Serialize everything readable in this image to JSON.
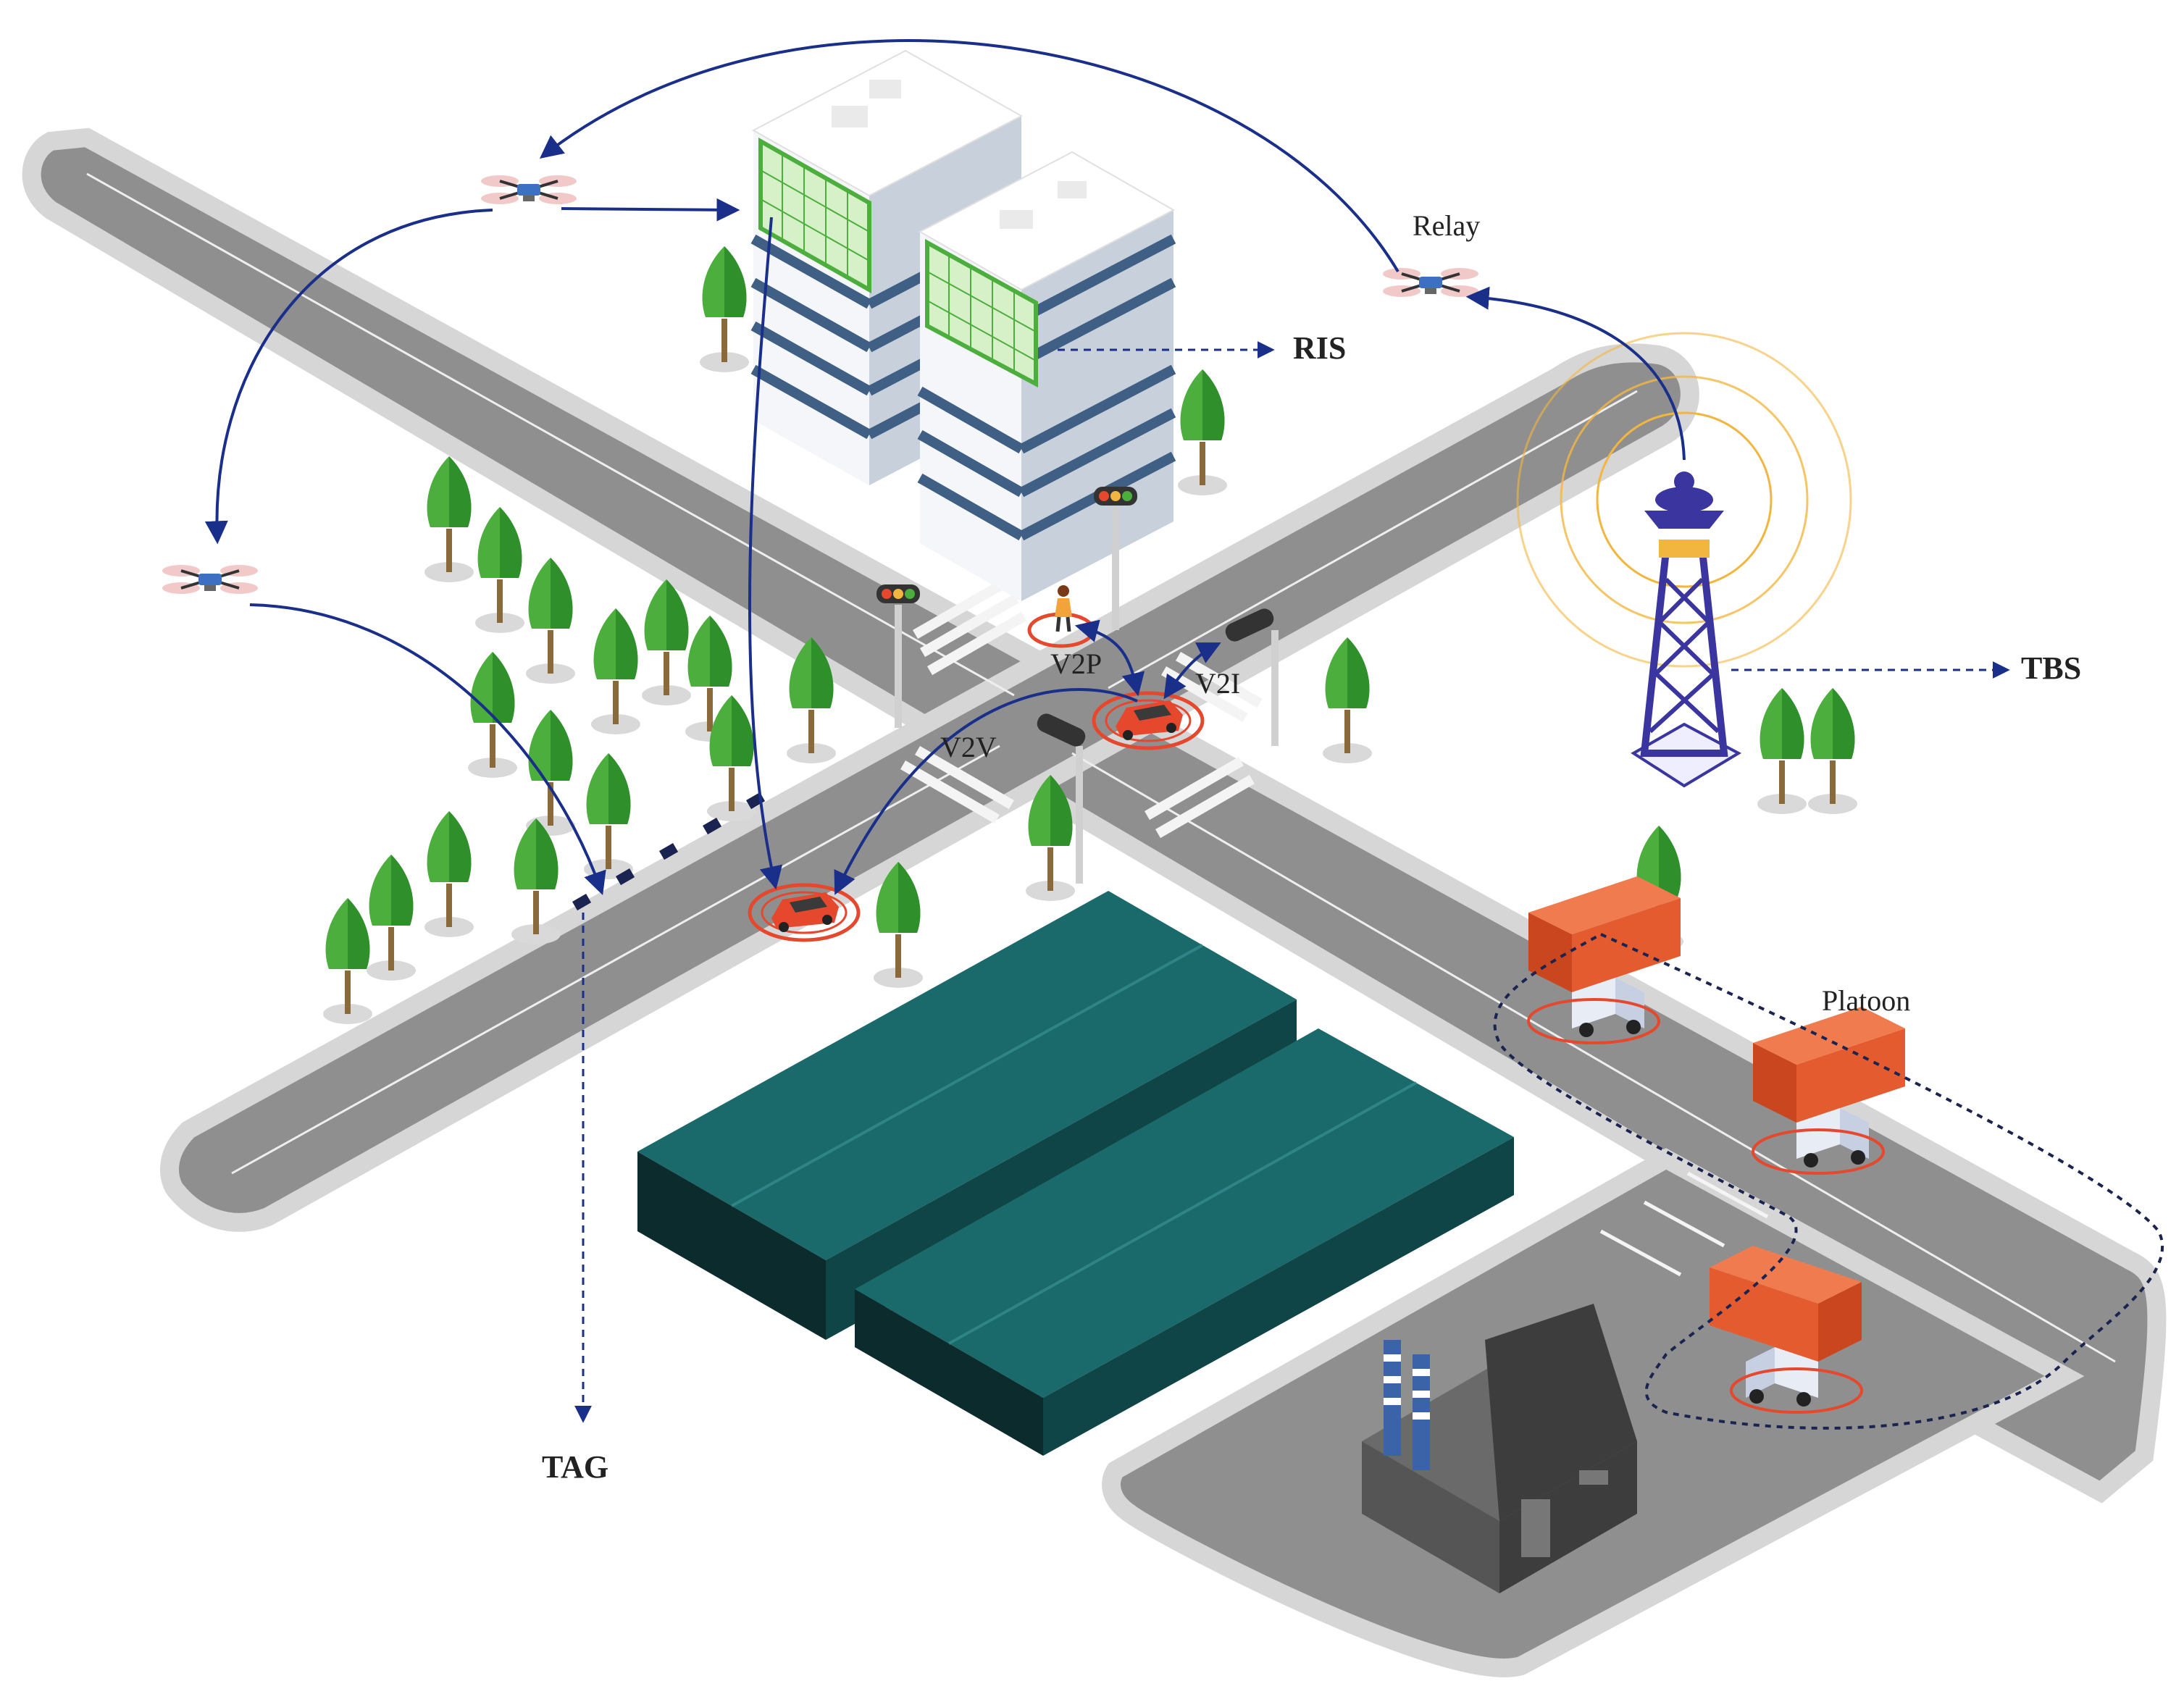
{
  "labels": {
    "relay": "Relay",
    "ris": "RIS",
    "tbs": "TBS",
    "v2p": "V2P",
    "v2i": "V2I",
    "v2v": "V2V",
    "platoon": "Platoon",
    "tag": "TAG"
  },
  "colors": {
    "road": "#8f8f8f",
    "road_edge": "#d6d6d6",
    "tree": "#4cae3c",
    "warehouse": "#0c4f52",
    "truck": "#e35b2f",
    "car": "#e5482c",
    "arrow": "#1a2f8a",
    "tower": "#3b35a0",
    "signal_rings": "#f2b640",
    "factory": "#4a4a4a"
  },
  "icons": [
    "drone-icon",
    "building-icon",
    "tower-icon",
    "car-icon",
    "truck-icon",
    "factory-icon",
    "warehouse-icon",
    "tree-icon",
    "traffic-light-icon",
    "pedestrian-icon",
    "tag-icon"
  ]
}
